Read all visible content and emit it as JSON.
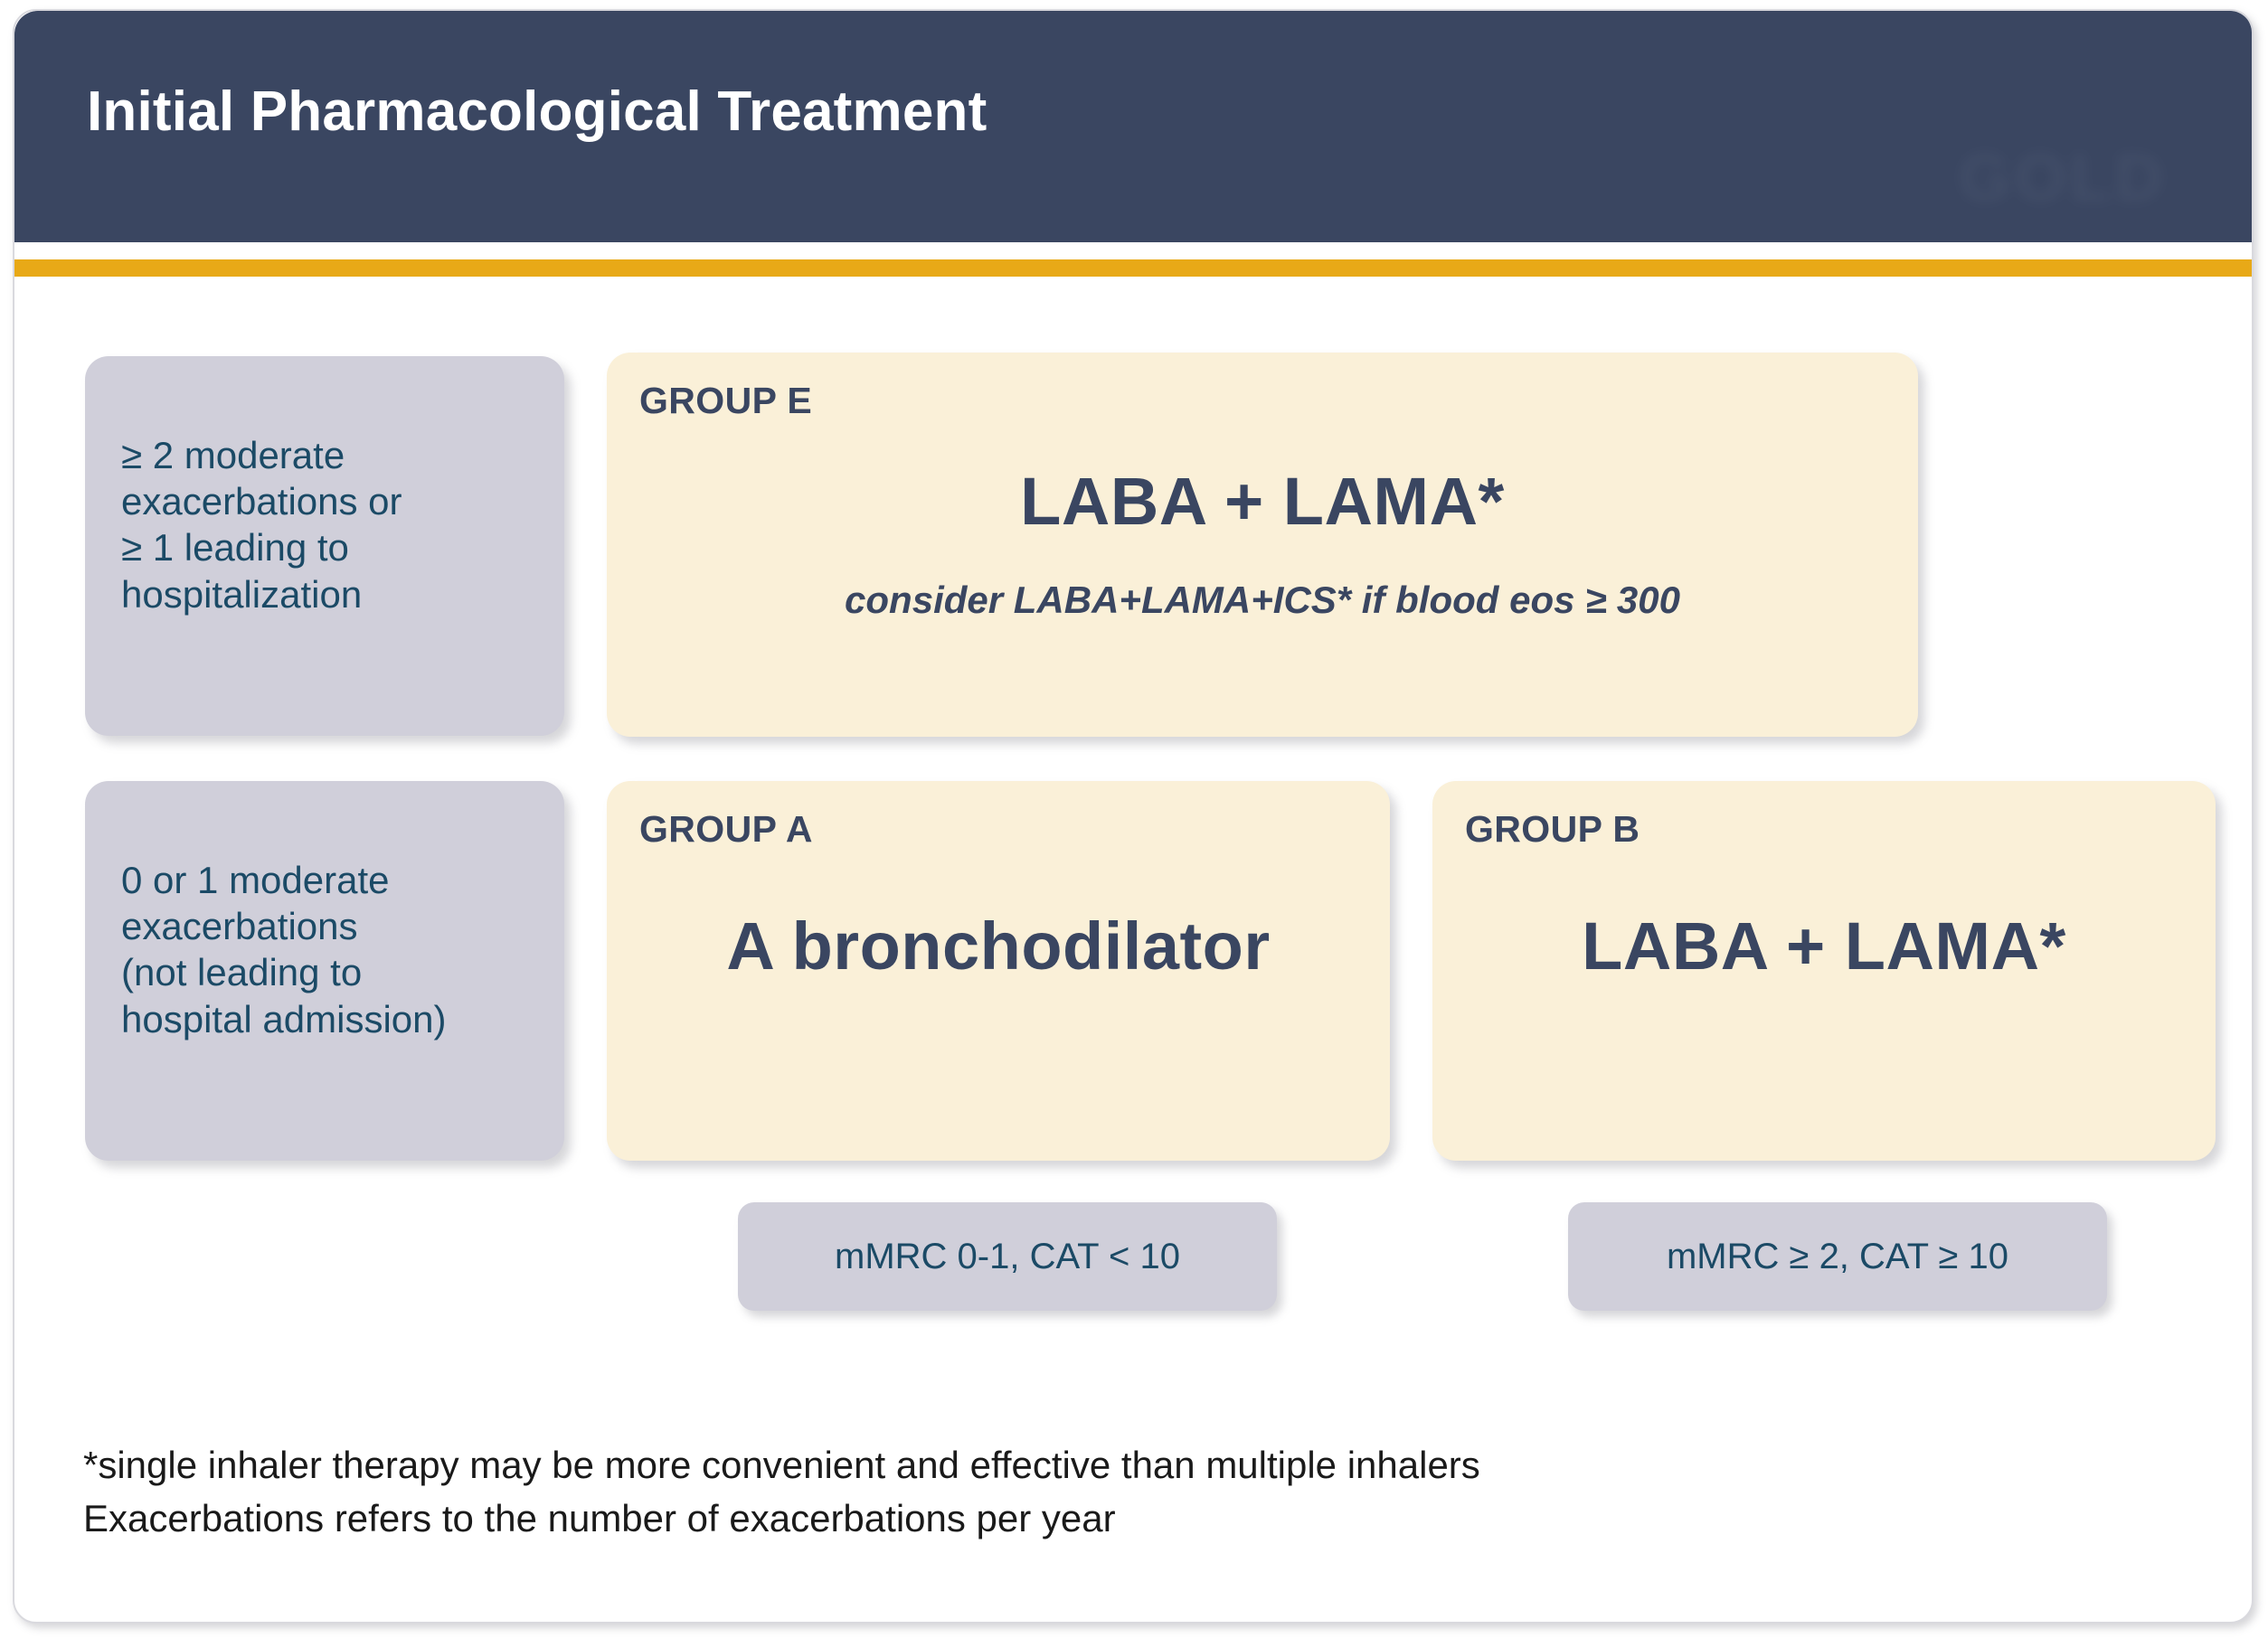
{
  "header": {
    "title": "Initial Pharmacological Treatment",
    "watermark": "GOLD"
  },
  "theme": {
    "header_bg": "#3a4661",
    "accent_bar": "#e8a917",
    "criteria_box_bg": "#d0cfda",
    "treatment_box_bg": "#faf0d8",
    "criteria_text": "#1b4a66",
    "treatment_text": "#3a4661",
    "page_bg": "#ffffff"
  },
  "criteria": [
    {
      "id": "high-exacerbation-risk",
      "text": "≥ 2 moderate\nexacerbations or\n≥ 1 leading to\nhospitalization"
    },
    {
      "id": "low-exacerbation-risk",
      "text": "0 or 1 moderate\nexacerbations\n(not leading to\nhospital admission)"
    }
  ],
  "groups": [
    {
      "id": "group-e",
      "label": "GROUP E",
      "treatment": "LABA + LAMA*",
      "note": "consider LABA+LAMA+ICS* if blood eos ≥ 300"
    },
    {
      "id": "group-a",
      "label": "GROUP A",
      "treatment": "A bronchodilator",
      "note": ""
    },
    {
      "id": "group-b",
      "label": "GROUP B",
      "treatment": "LABA + LAMA*",
      "note": ""
    }
  ],
  "symptom_pills": [
    {
      "id": "symptoms-low",
      "text": "mMRC 0-1, CAT < 10"
    },
    {
      "id": "symptoms-high",
      "text": "mMRC ≥ 2, CAT ≥ 10"
    }
  ],
  "footnotes": {
    "line1": "*single inhaler therapy may be more convenient and effective than multiple inhalers",
    "line2": "Exacerbations refers to the number of exacerbations per year"
  }
}
